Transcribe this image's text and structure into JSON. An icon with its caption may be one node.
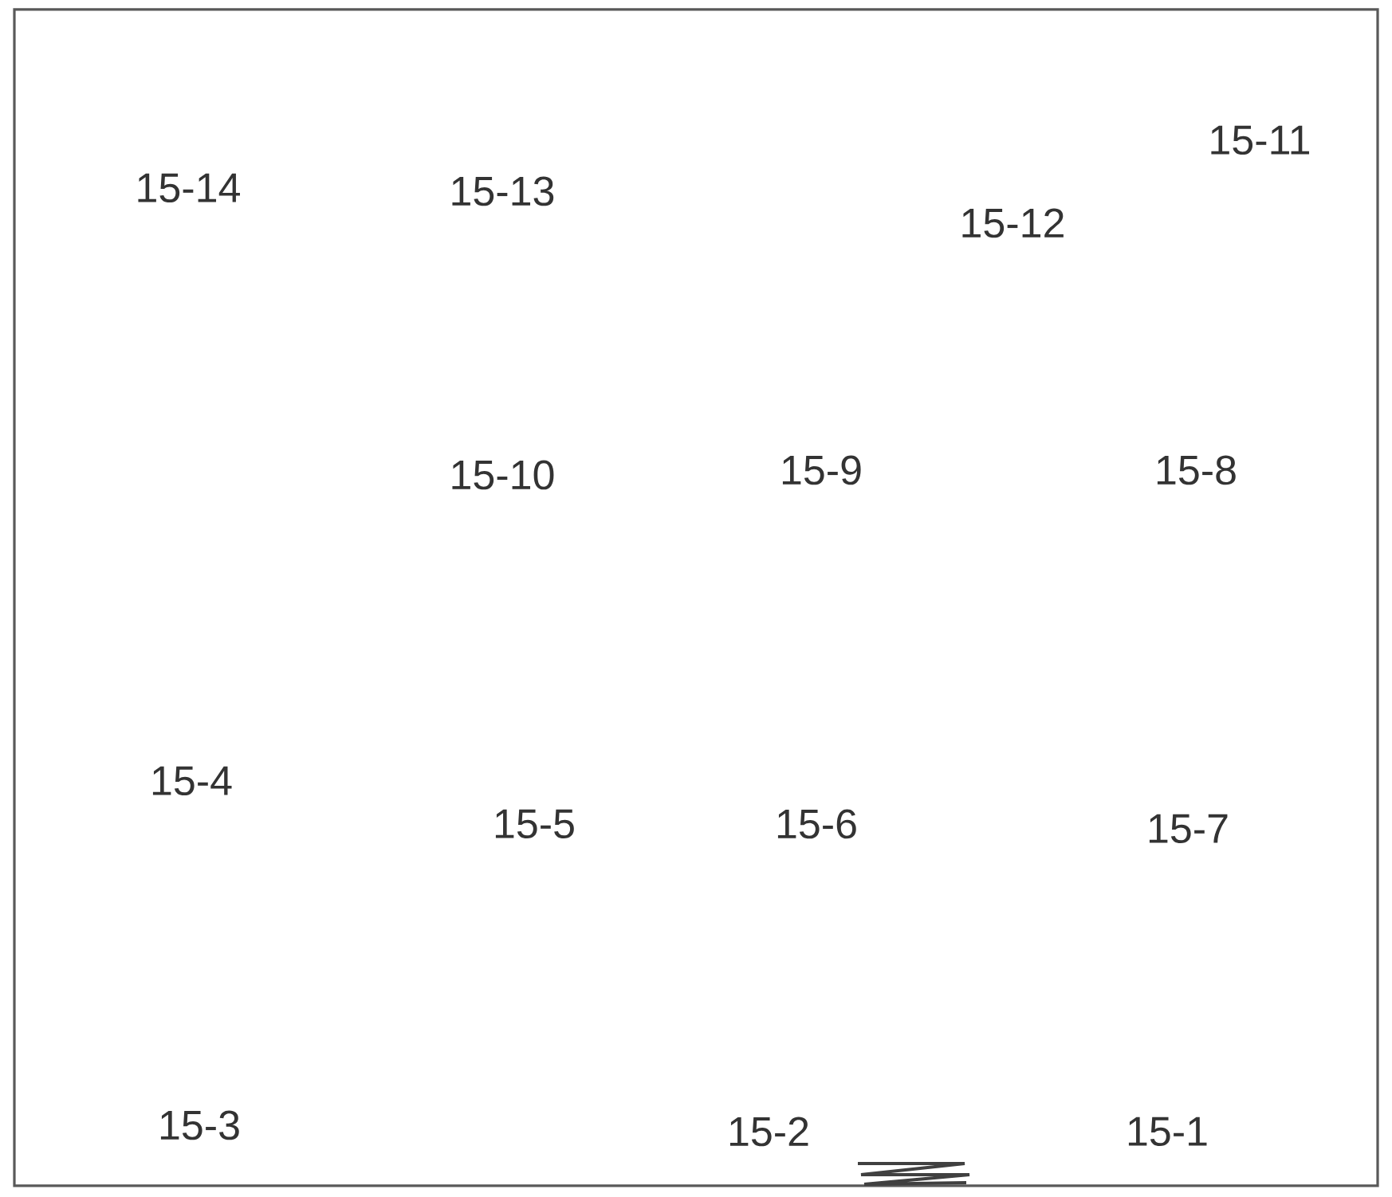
{
  "diagram": {
    "labels": [
      "15-14",
      "15-13",
      "15-12",
      "15-11",
      "15-10",
      "15-9",
      "15-8",
      "15-4",
      "15-5",
      "15-6",
      "15-7",
      "15-3",
      "15-2",
      "15-1"
    ]
  }
}
